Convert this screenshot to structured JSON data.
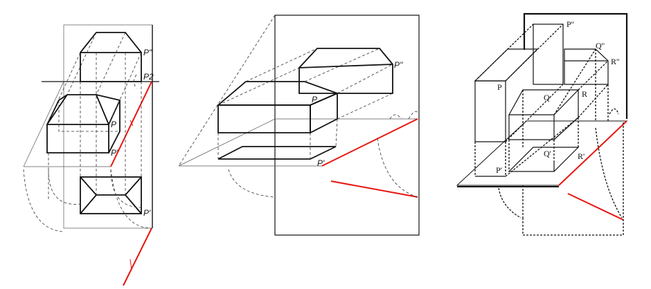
{
  "figure_1": {
    "labels": {
      "p_double_prime": "P\"",
      "p2": "P2",
      "p": "P",
      "p_prime_upper": "P'",
      "p_prime_plan": "P'"
    }
  },
  "figure_2": {
    "labels": {
      "p": "P",
      "p_double_prime": "P''",
      "p_prime": "P'"
    }
  },
  "figure_3": {
    "labels": {
      "p_double_prime": "P''",
      "q_double_prime": "Q''",
      "r_double_prime": "R''",
      "p": "P",
      "q": "Q",
      "r": "R",
      "q_prime": "Q'",
      "r_prime": "R'",
      "p_prime": "P'"
    }
  },
  "colors": {
    "axis_highlight": "#e8140f",
    "line": "#111111"
  }
}
